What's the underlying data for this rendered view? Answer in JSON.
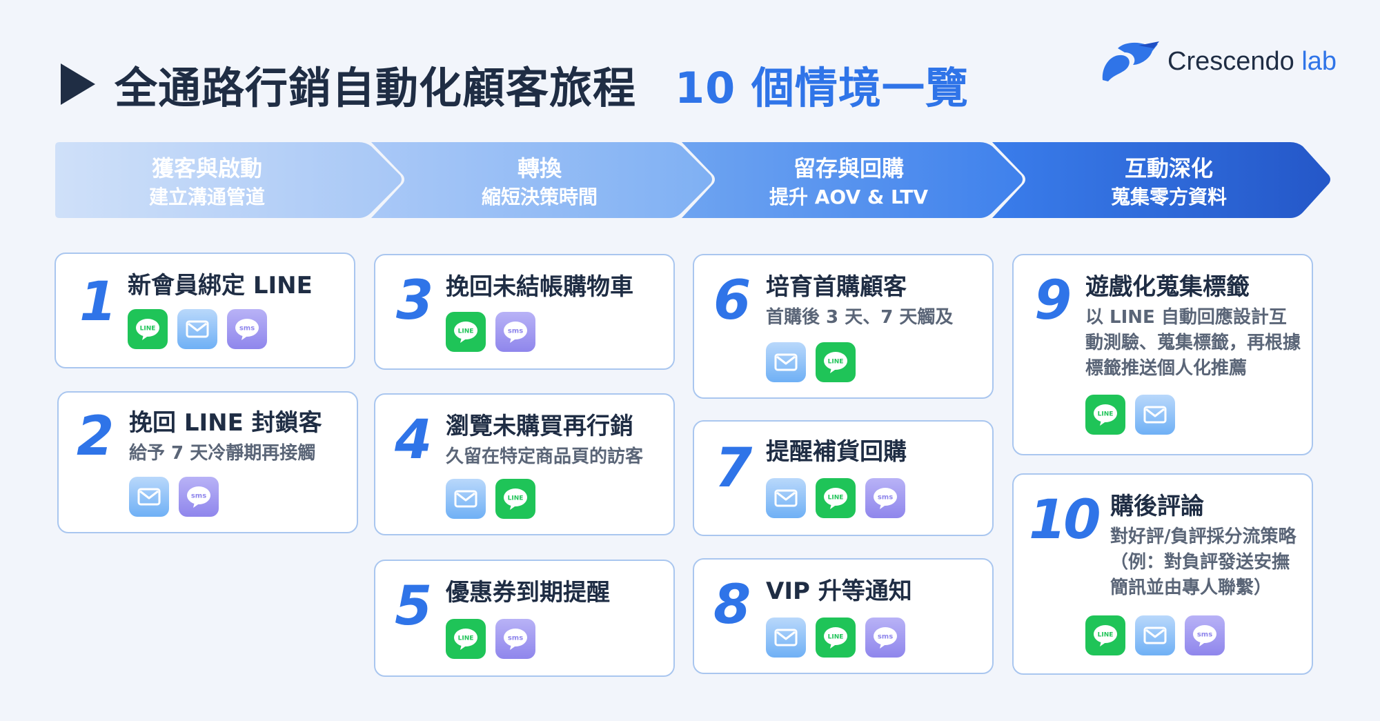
{
  "header": {
    "title": "全通路行銷自動化顧客旅程",
    "subtitle": "10 個情境一覽"
  },
  "brand": {
    "name": "Crescendo",
    "suffix": "lab"
  },
  "colors": {
    "accent": "#2f74e8",
    "text": "#1f2d44",
    "line": "#1fc458",
    "background": "#f2f5fb"
  },
  "stages": [
    {
      "name": "獲客與啟動",
      "desc": "建立溝通管道"
    },
    {
      "name": "轉換",
      "desc": "縮短決策時間"
    },
    {
      "name": "留存與回購",
      "desc": "提升 AOV & LTV"
    },
    {
      "name": "互動深化",
      "desc": "蒐集零方資料"
    }
  ],
  "channel_labels": {
    "line": "LINE",
    "sms": "sms"
  },
  "cards": [
    {
      "num": "1",
      "title": "新會員綁定 LINE",
      "desc": "",
      "channels": [
        "line",
        "email",
        "sms"
      ]
    },
    {
      "num": "2",
      "title": "挽回 LINE 封鎖客",
      "desc": "給予 7 天冷靜期再接觸",
      "channels": [
        "email",
        "sms"
      ]
    },
    {
      "num": "3",
      "title": "挽回未結帳購物車",
      "desc": "",
      "channels": [
        "line",
        "sms"
      ]
    },
    {
      "num": "4",
      "title": "瀏覽未購買再行銷",
      "desc": "久留在特定商品頁的訪客",
      "channels": [
        "email",
        "line"
      ]
    },
    {
      "num": "5",
      "title": "優惠券到期提醒",
      "desc": "",
      "channels": [
        "line",
        "sms"
      ]
    },
    {
      "num": "6",
      "title": "培育首購顧客",
      "desc": "首購後 3 天、7 天觸及",
      "channels": [
        "email",
        "line"
      ]
    },
    {
      "num": "7",
      "title": "提醒補貨回購",
      "desc": "",
      "channels": [
        "email",
        "line",
        "sms"
      ]
    },
    {
      "num": "8",
      "title": "VIP 升等通知",
      "desc": "",
      "channels": [
        "email",
        "line",
        "sms"
      ]
    },
    {
      "num": "9",
      "title": "遊戲化蒐集標籤",
      "desc": "以 LINE 自動回應設計互動測驗、蒐集標籤，再根據標籤推送個人化推薦",
      "channels": [
        "line",
        "email"
      ]
    },
    {
      "num": "10",
      "title": "購後評論",
      "desc": "對好評/負評採分流策略（例：對負評發送安撫簡訊並由專人聯繫）",
      "channels": [
        "line",
        "email",
        "sms"
      ]
    }
  ]
}
